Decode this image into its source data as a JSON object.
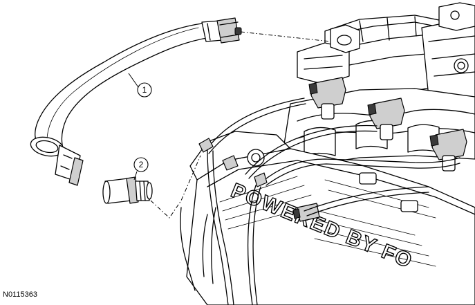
{
  "figure_id": "N0115363",
  "callouts": [
    {
      "label": "1"
    },
    {
      "label": "2"
    }
  ],
  "embossed_text": "POWERED BY FO"
}
